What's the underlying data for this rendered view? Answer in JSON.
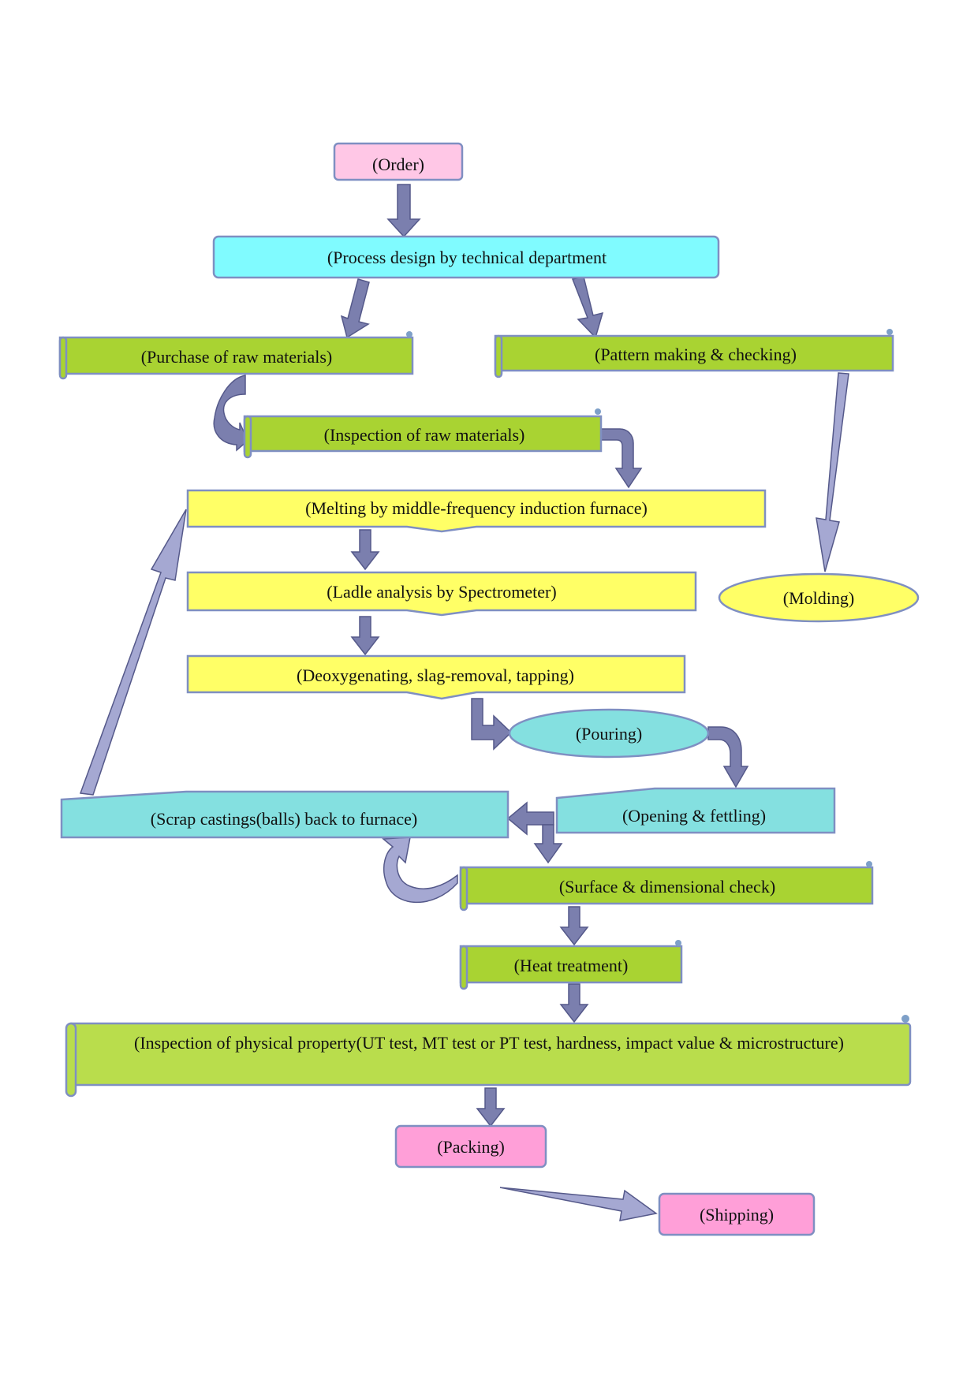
{
  "nodes": {
    "order": "(Order)",
    "process_design": "(Process design by technical department",
    "purchase": "(Purchase of raw materials)",
    "pattern": "(Pattern making & checking)",
    "inspection_raw": "(Inspection of raw materials)",
    "melting": "(Melting by middle-frequency induction furnace)",
    "ladle": "(Ladle analysis by Spectrometer)",
    "molding": "(Molding)",
    "deoxygenating": "(Deoxygenating, slag-removal, tapping)",
    "pouring": "(Pouring)",
    "scrap": "(Scrap castings(balls) back to furnace)",
    "opening": "(Opening & fettling)",
    "surface": "(Surface & dimensional check)",
    "heat": "(Heat treatment)",
    "physical": "(Inspection of physical property(UT test, MT test or PT test, hardness, impact value & microstructure)",
    "packing": "(Packing)",
    "shipping": "(Shipping)"
  },
  "colors": {
    "pink": "#ffc7e6",
    "cyan": "#80fbff",
    "green": "#a9d332",
    "yellow": "#ffff66",
    "teal": "#84e0e0",
    "arrow": "#7b7fae",
    "border": "#7f8fc2"
  }
}
